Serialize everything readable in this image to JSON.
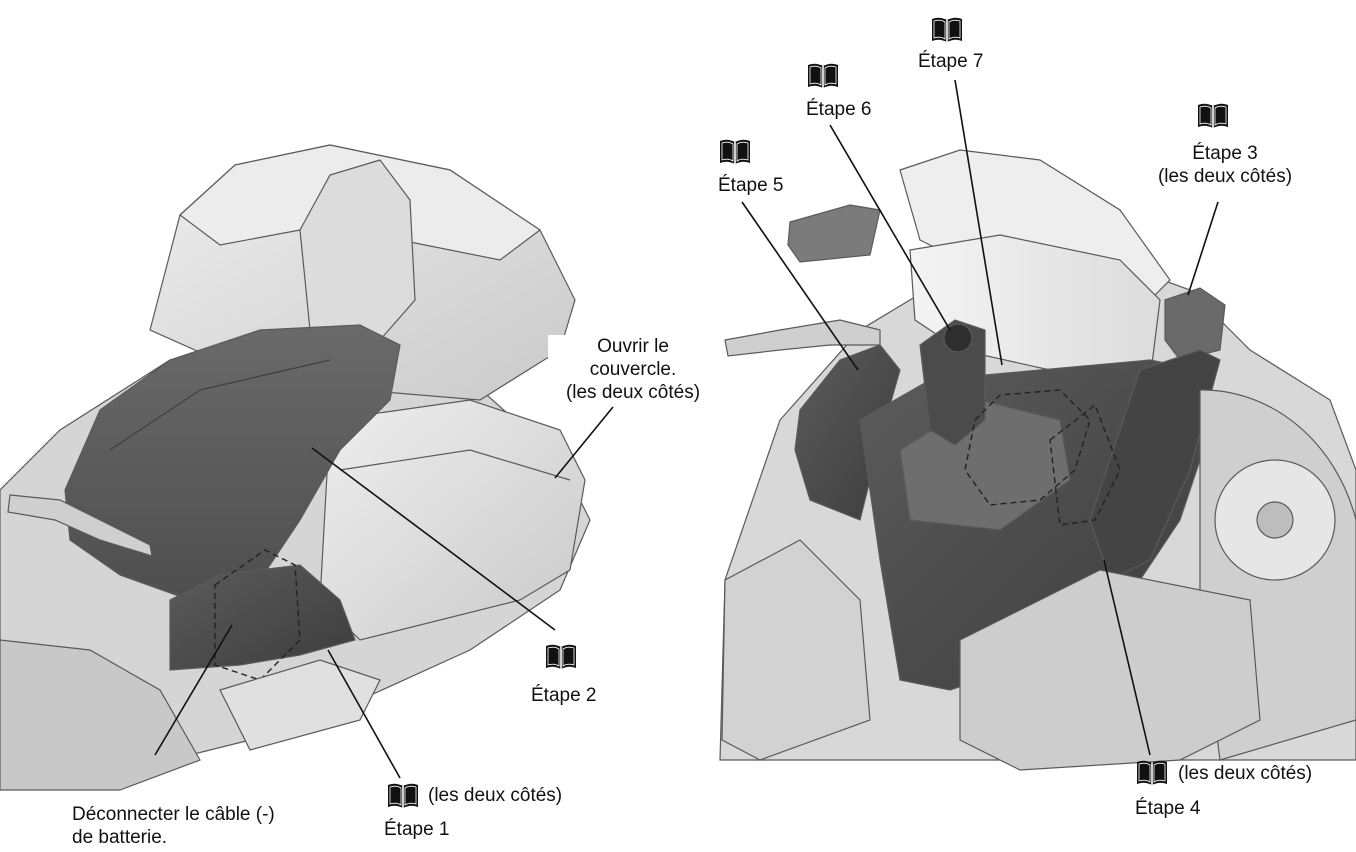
{
  "left_panel": {
    "open_cover": {
      "line1": "Ouvrir le",
      "line2": "couvercle.",
      "line3": "(les deux côtés)"
    },
    "step2": {
      "label": "Étape 2"
    },
    "step1": {
      "both_sides": "(les deux côtés)",
      "label": "Étape 1"
    },
    "battery": {
      "line1": "Déconnecter le câble (-)",
      "line2": "de batterie."
    }
  },
  "right_panel": {
    "step7": {
      "label": "Étape 7"
    },
    "step6": {
      "label": "Étape 6"
    },
    "step5": {
      "label": "Étape 5"
    },
    "step3": {
      "label": "Étape 3",
      "both_sides": "(les deux côtés)"
    },
    "step4": {
      "both_sides": "(les deux côtés)",
      "label": "Étape 4"
    }
  },
  "icons": {
    "manual_reference": "open-book-icon"
  },
  "colors": {
    "outline": "#555555",
    "body_light": "#e2e2e2",
    "body_mid": "#bdbdbd",
    "seat_dark": "#595959",
    "panel_dark": "#4a4a4a",
    "leader": "#111111"
  }
}
